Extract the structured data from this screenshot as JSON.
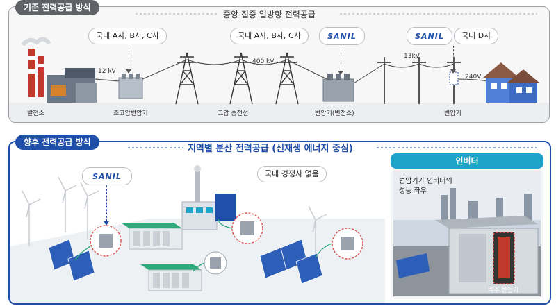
{
  "top": {
    "tag": "기존 전력공급 방식",
    "subtitle": "중앙 집중 일방향 전력공급",
    "pill_left": "국내 A사, B사, C사",
    "pill_mid": "국내 A사, B사, C사",
    "pill_right": "국내 D사",
    "logo_text_1": "SANIL",
    "logo_text_2": "SANIL",
    "voltage_12": "12 kV",
    "voltage_400": "400 kV",
    "voltage_13": "13kV",
    "voltage_240": "240V",
    "label_plant": "발전소",
    "label_ultra": "초고압변압기",
    "label_line": "고압 송전선",
    "label_sub": "변압기(변전소)",
    "label_trans": "변압기"
  },
  "bottom": {
    "tag": "향후 전력공급 방식",
    "subtitle": "지역별 분산 전력공급 (신재생 에너지 중심)",
    "logo_text": "SANIL",
    "pill_none": "국내 경쟁사 없음",
    "inverter_title": "인버터",
    "inverter_caption": "변압기가 인버터의\n성능 좌우",
    "special_label": "특수 변압기"
  },
  "colors": {
    "brand": "#1f4fa8",
    "gray_tag": "#5f6368",
    "inverter_header": "#1fa4c9"
  }
}
